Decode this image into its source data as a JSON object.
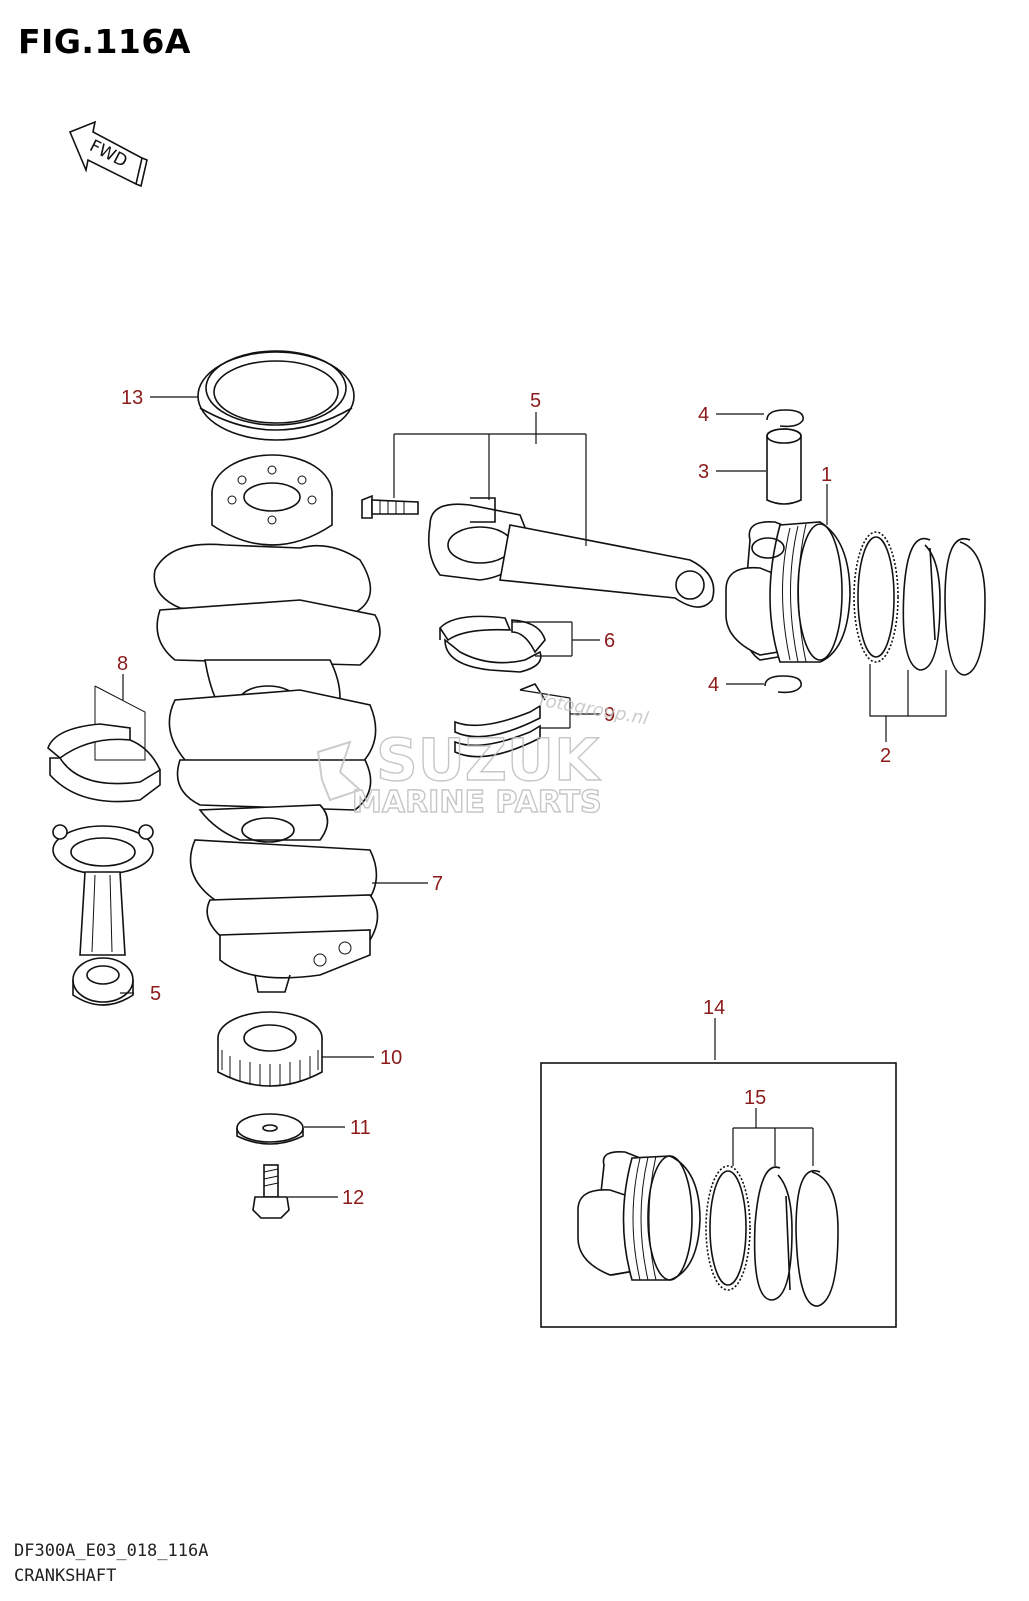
{
  "figure": {
    "title": "FIG.116A",
    "fwd_label": "FWD",
    "code": "DF300A_E03_018_116A",
    "name": "CRANKSHAFT"
  },
  "watermark": {
    "brand": "SUZUK",
    "line2": "MARINE PARTS",
    "site": "Yotogroup.nl"
  },
  "callouts": {
    "c1": "1",
    "c2": "2",
    "c3": "3",
    "c4a": "4",
    "c4b": "4",
    "c5a": "5",
    "c5b": "5",
    "c6": "6",
    "c7": "7",
    "c8": "8",
    "c9": "9",
    "c10": "10",
    "c11": "11",
    "c12": "12",
    "c13": "13",
    "c14": "14",
    "c15": "15"
  },
  "colors": {
    "callout": "#8b1a1a",
    "line": "#111111",
    "watermark": "#bdbdbd"
  }
}
